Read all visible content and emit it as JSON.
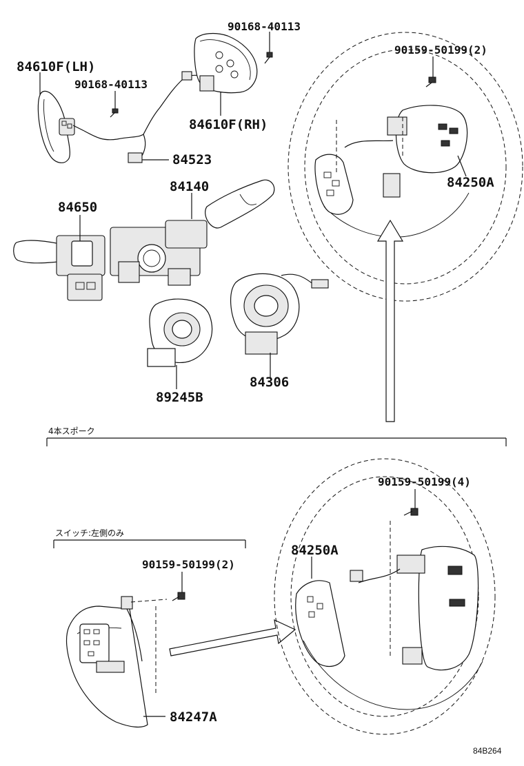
{
  "labels": {
    "p84610F_LH": "84610F(LH)",
    "p90168_a": "90168-40113",
    "p90168_b": "90168-40113",
    "p84610F_RH": "84610F(RH)",
    "p84523": "84523",
    "p84140": "84140",
    "p84650": "84650",
    "p89245B": "89245B",
    "p84306": "84306",
    "p90159_top": "90159-50199(2)",
    "p84250A_top": "84250A",
    "p90159_bot_right": "90159-50199(4)",
    "p84250A_bot": "84250A",
    "p90159_bot_left": "90159-50199(2)",
    "p84247A": "84247A"
  },
  "notes": {
    "section_4spoke": "4本スポーク",
    "switch_left_only": "スイッチ:左側のみ"
  },
  "diagram_ref": "84B264"
}
